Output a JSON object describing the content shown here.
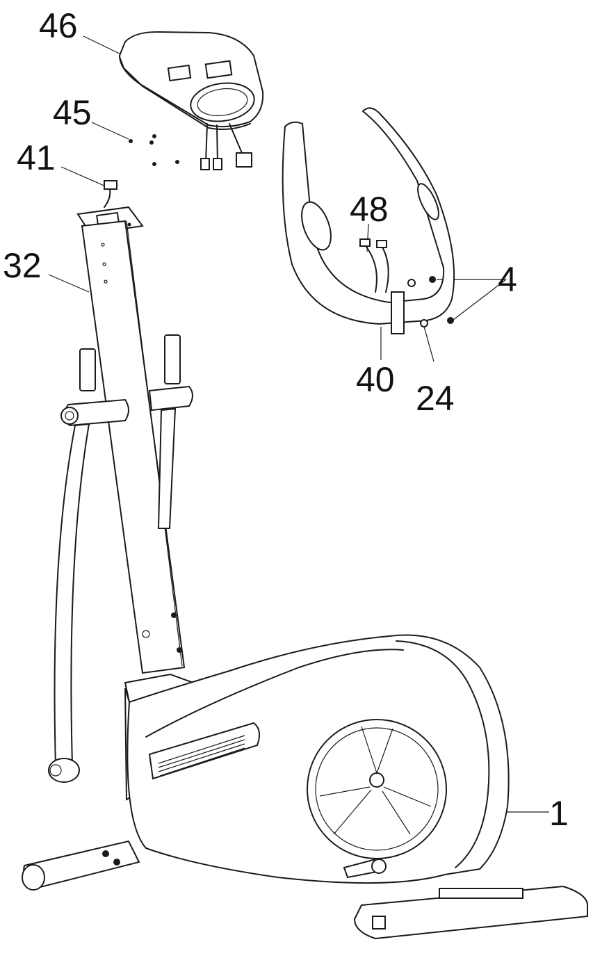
{
  "diagram": {
    "labels": {
      "p46": "46",
      "p45": "45",
      "p41": "41",
      "p32": "32",
      "p48": "48",
      "p4": "4",
      "p40": "40",
      "p24": "24",
      "p1": "1"
    }
  }
}
